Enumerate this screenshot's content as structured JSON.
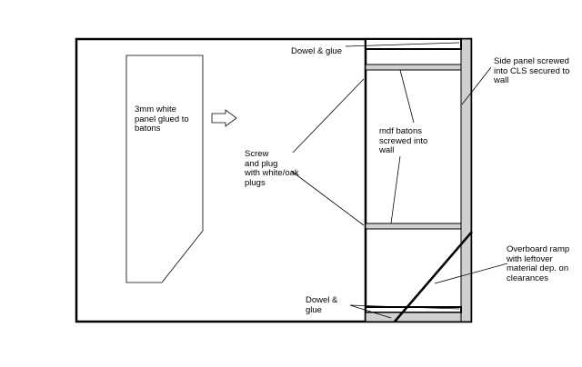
{
  "colors": {
    "stroke": "#000000",
    "baton_fill": "#d0d0d0",
    "background": "#ffffff"
  },
  "icons": {
    "arrow": "outline-right-arrow-icon"
  },
  "labels": {
    "panel": "3mm white\npanel glued to\nbatons",
    "dowel_top": "Dowel & glue",
    "side_panel": "Side panel screwed\ninto CLS secured to\nwall",
    "screw": "Screw\nand plug\nwith white/oak\nplugs",
    "mdf": "mdf batons\nscrewed into\nwall",
    "ramp": "Overboard ramp\nwith leftover\nmaterial dep. on\nclearances",
    "dowel_bottom": "Dowel &\nglue"
  }
}
